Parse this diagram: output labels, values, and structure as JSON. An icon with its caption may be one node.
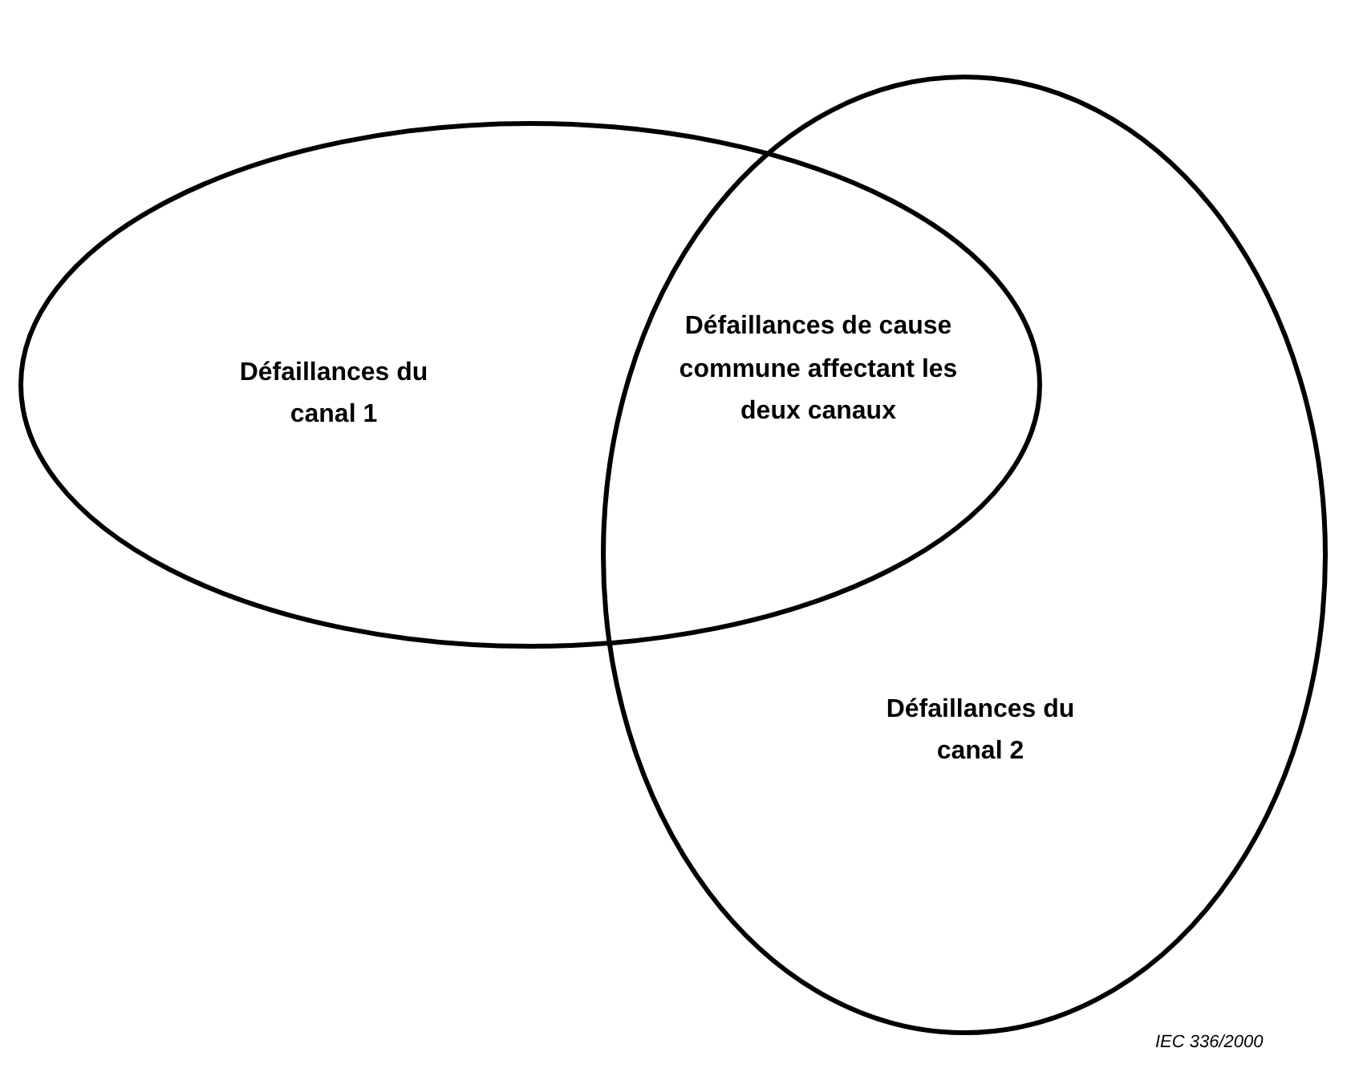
{
  "diagram": {
    "nodes": [
      {
        "text": [
          "Défaillances du canal 1"
        ]
      },
      {
        "text": [
          "Défaillances du canal 2"
        ]
      }
    ],
    "labels": [
      "Défaillances de cause commune affectant les deux canaux",
      "IEC 336/2000"
    ]
  }
}
